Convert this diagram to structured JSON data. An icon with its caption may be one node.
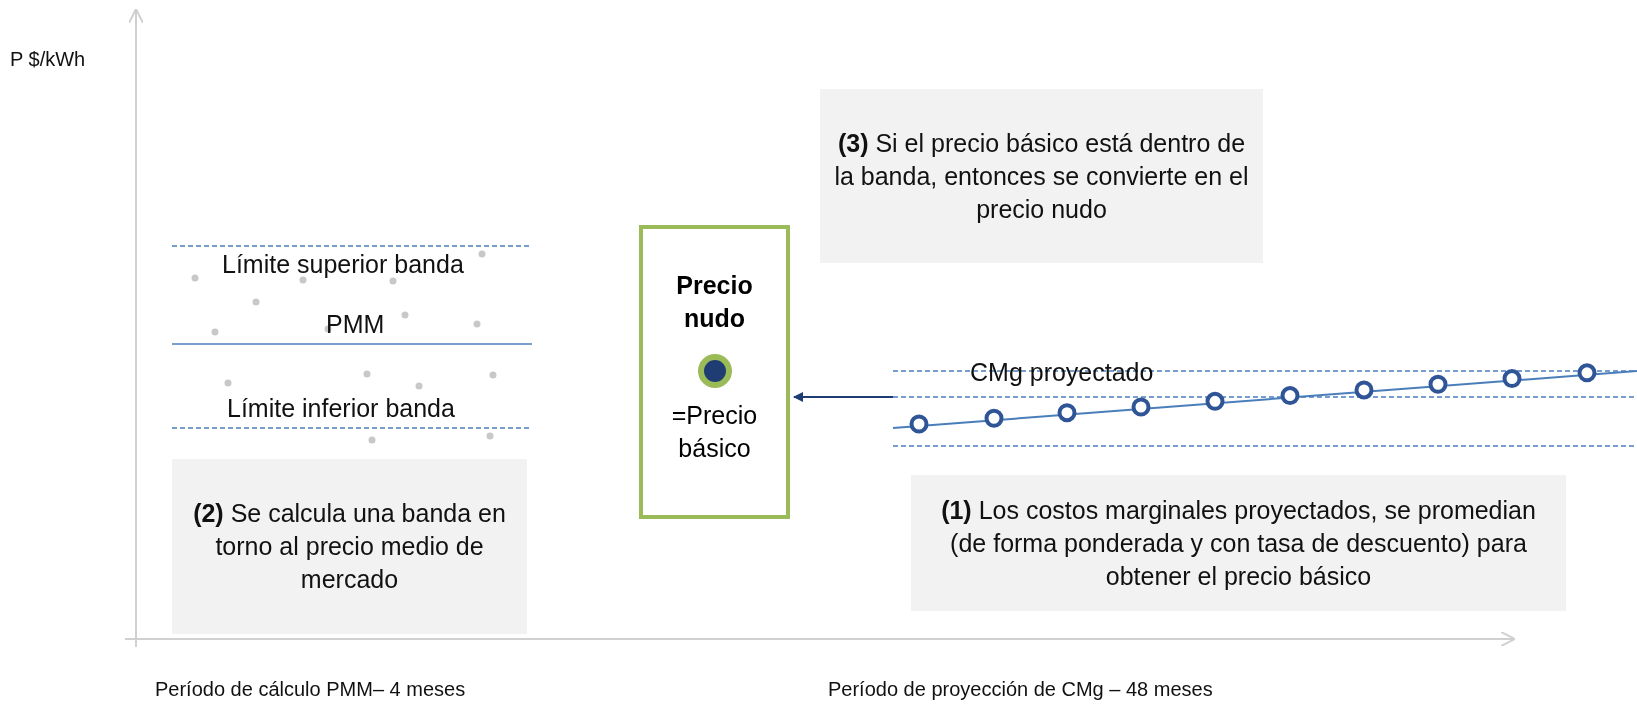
{
  "diagram": {
    "nodes": [
      {
        "text": [
          "**(3)** Si el precio básico está dentro de la banda, entonces se convierte en el precio nudo"
        ]
      },
      {
        "text": [
          "Precio nudo",
          "=Precio básico"
        ]
      },
      {
        "text": [
          "**(2)** Se calcula una banda en torno al precio medio de mercado"
        ]
      },
      {
        "text": [
          "**(1)** Los costos marginales proyectados, se promedian (de forma ponderada y con tasa de descuento) para obtener el precio básico"
        ]
      }
    ],
    "edges": [
      {
        "from": null,
        "to": 1,
        "arrow": "to"
      }
    ],
    "labels": [
      "P $/kWh",
      "Límite superior banda",
      "PMM",
      "Límite inferior banda",
      "CMg proyectado",
      "Período de cálculo PMM– 4 meses",
      "Período de proyección de CMg – 48 meses"
    ]
  }
}
